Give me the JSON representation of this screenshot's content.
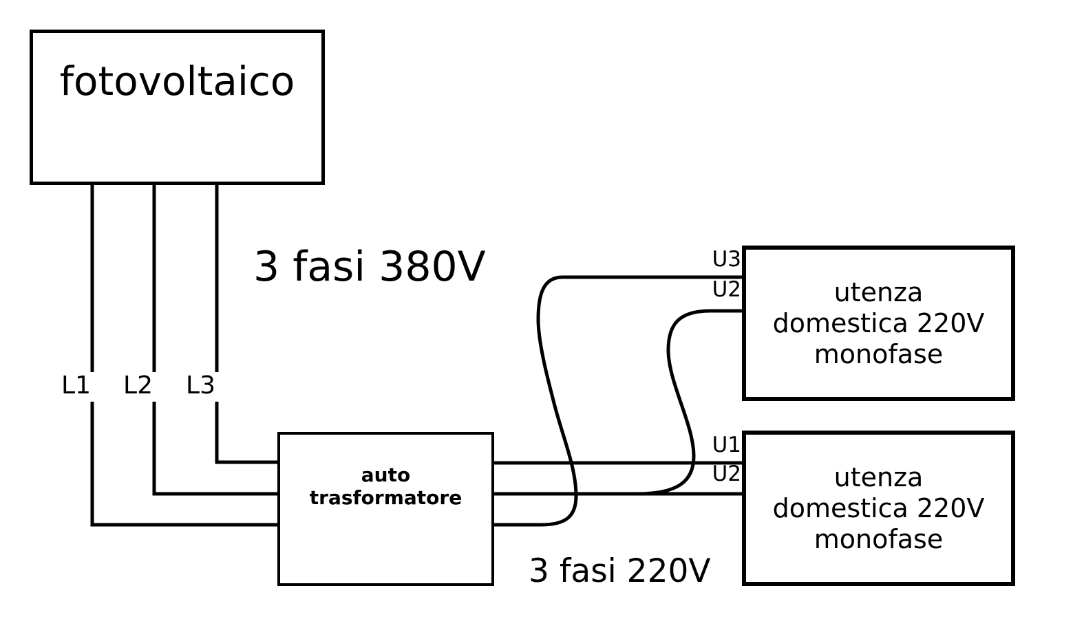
{
  "nodes": {
    "fotovoltaico": {
      "label": "fotovoltaico"
    },
    "trasformatore": {
      "line1": "auto",
      "line2": "trasformatore"
    },
    "utenza_top": {
      "line1": "utenza",
      "line2": "domestica 220V",
      "line3": "monofase"
    },
    "utenza_bottom": {
      "line1": "utenza",
      "line2": "domestica 220V",
      "line3": "monofase"
    }
  },
  "labels": {
    "l1": "L1",
    "l2": "L2",
    "l3": "L3",
    "u3_top": "U3",
    "u2_top": "U2",
    "u1_bottom": "U1",
    "u2_bottom": "U2",
    "bus_380": "3 fasi 380V",
    "bus_220": "3 fasi 220V"
  },
  "colors": {
    "wire": "#000000",
    "background": "#ffffff",
    "text": "#000000"
  }
}
